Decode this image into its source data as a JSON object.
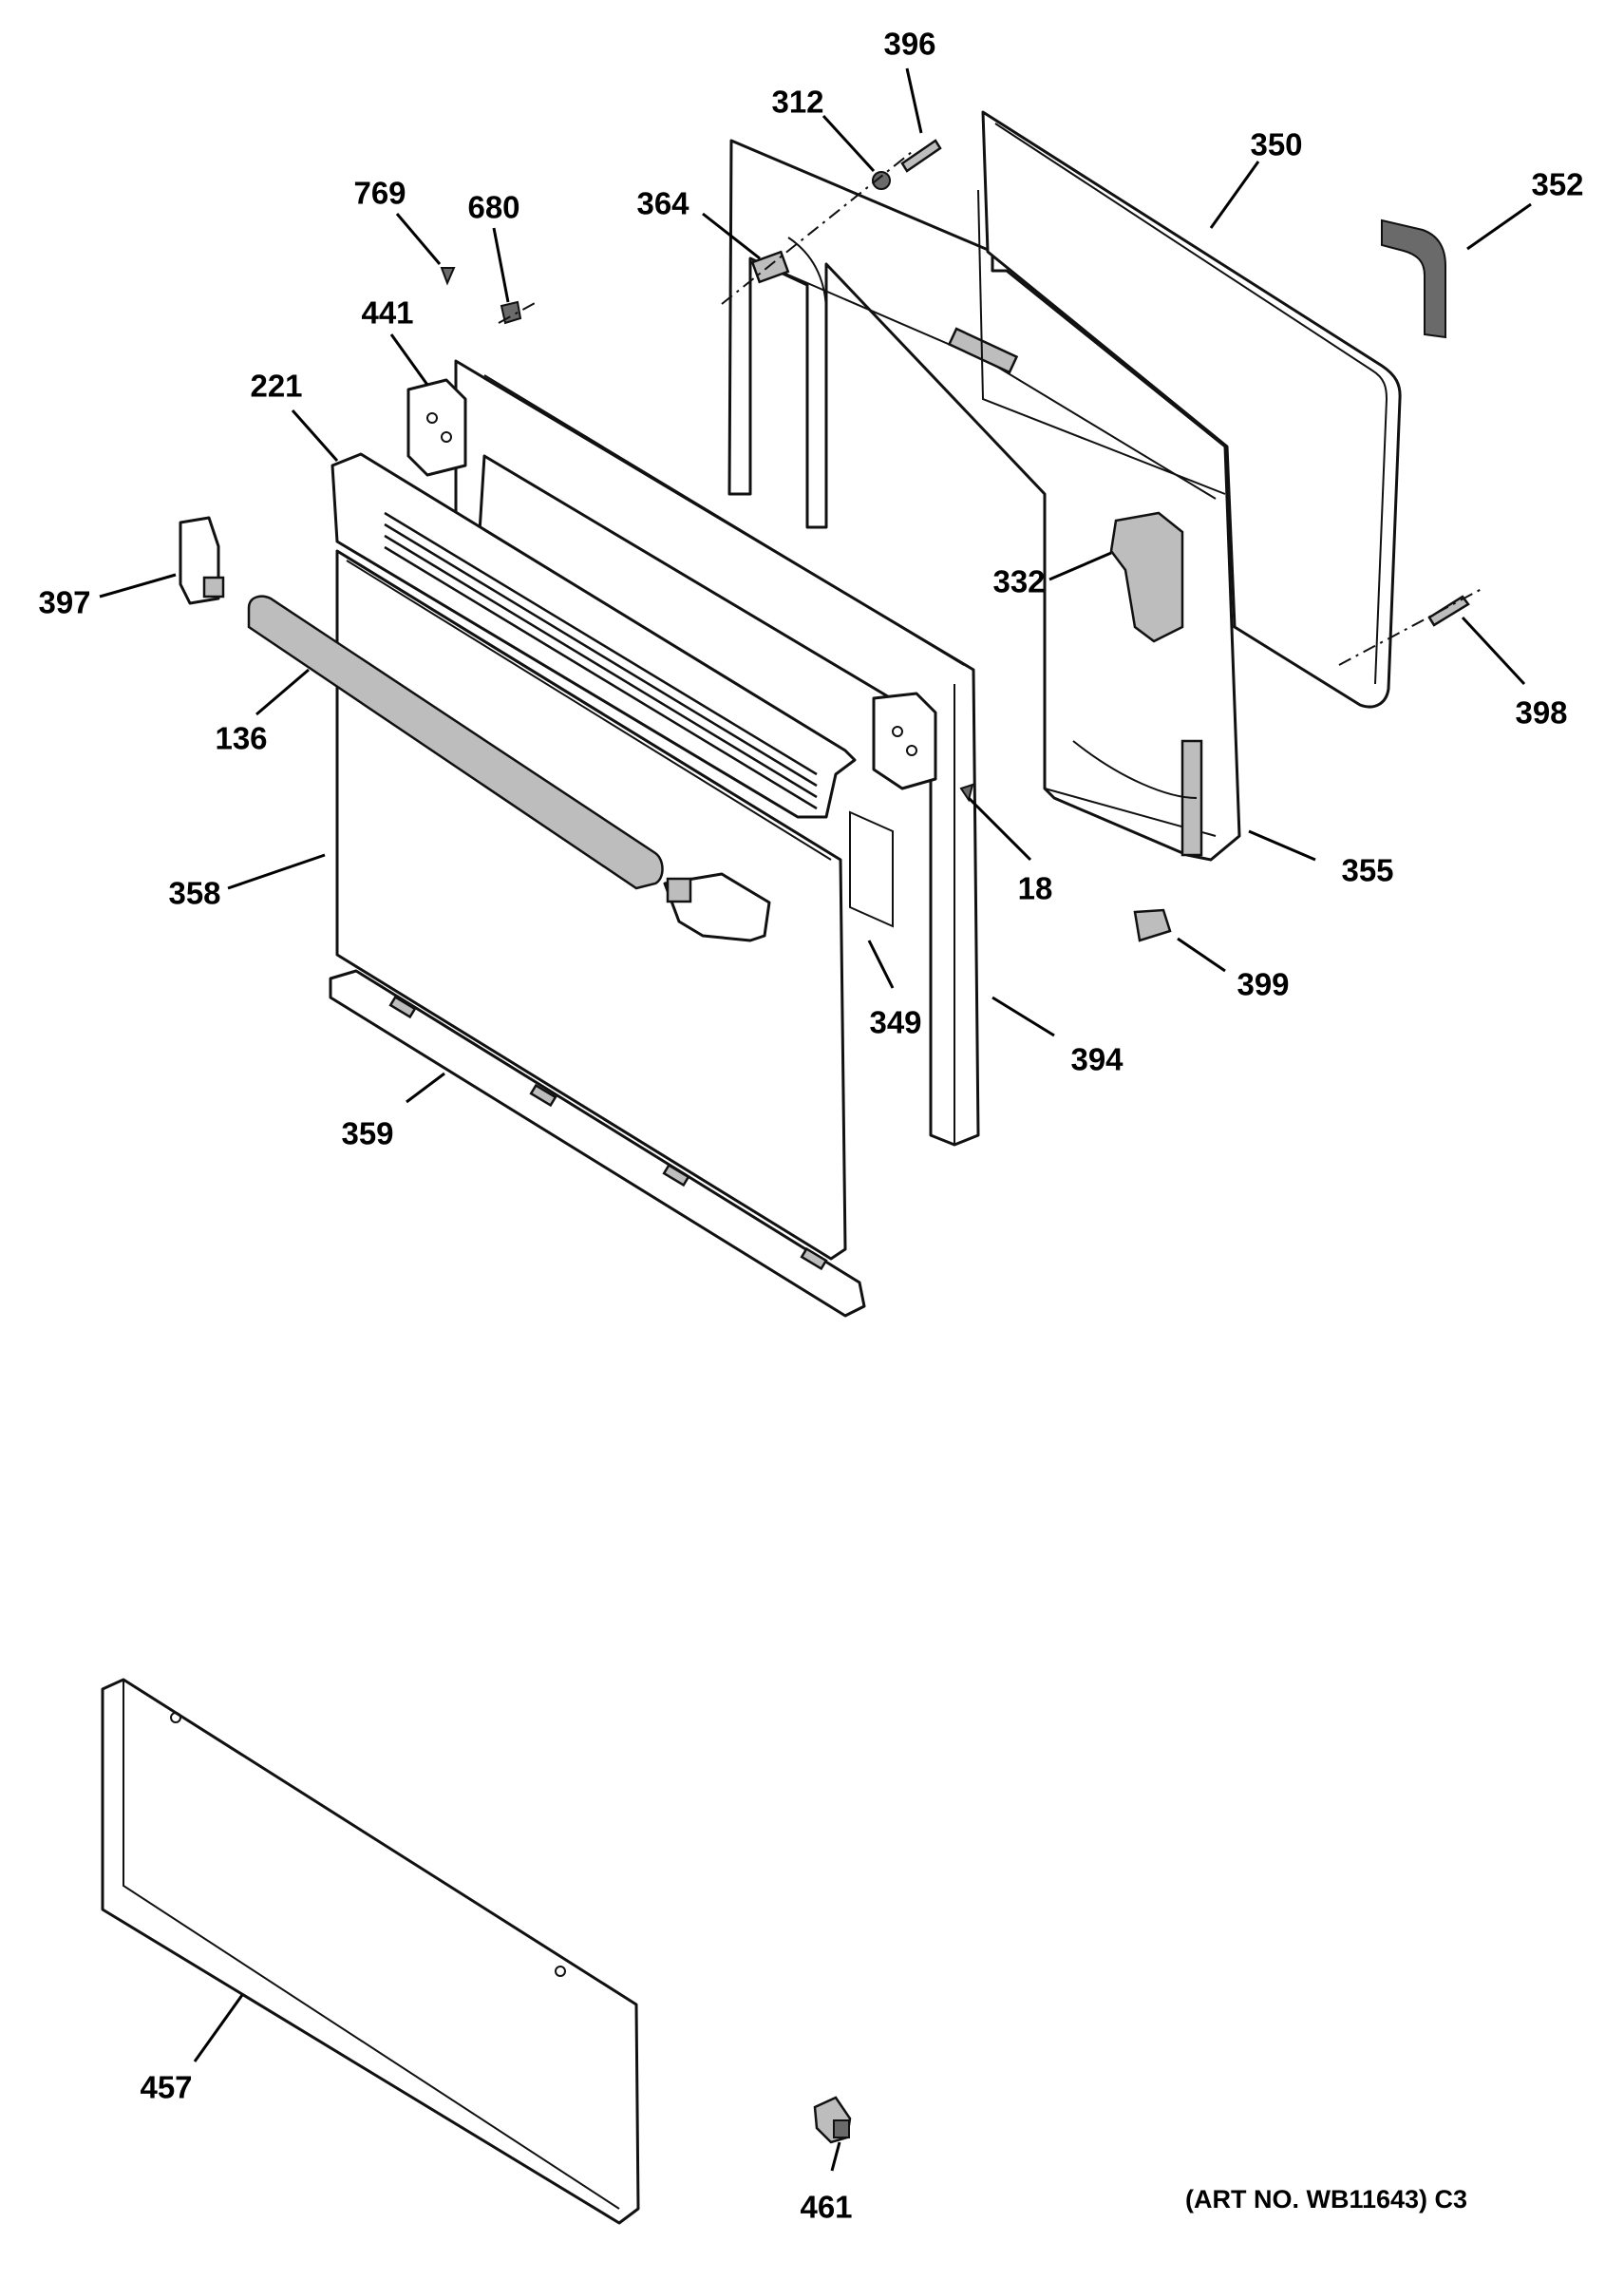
{
  "callouts": [
    {
      "id": "396",
      "label": "396"
    },
    {
      "id": "312",
      "label": "312"
    },
    {
      "id": "350",
      "label": "350"
    },
    {
      "id": "352",
      "label": "352"
    },
    {
      "id": "769",
      "label": "769"
    },
    {
      "id": "680",
      "label": "680"
    },
    {
      "id": "364",
      "label": "364"
    },
    {
      "id": "441",
      "label": "441"
    },
    {
      "id": "221",
      "label": "221"
    },
    {
      "id": "397",
      "label": "397"
    },
    {
      "id": "332",
      "label": "332"
    },
    {
      "id": "398",
      "label": "398"
    },
    {
      "id": "136",
      "label": "136"
    },
    {
      "id": "355",
      "label": "355"
    },
    {
      "id": "18",
      "label": "18"
    },
    {
      "id": "358",
      "label": "358"
    },
    {
      "id": "399",
      "label": "399"
    },
    {
      "id": "349",
      "label": "349"
    },
    {
      "id": "394",
      "label": "394"
    },
    {
      "id": "359",
      "label": "359"
    },
    {
      "id": "457",
      "label": "457"
    },
    {
      "id": "461",
      "label": "461"
    }
  ],
  "art_number": "(ART NO. WB11643) C3"
}
